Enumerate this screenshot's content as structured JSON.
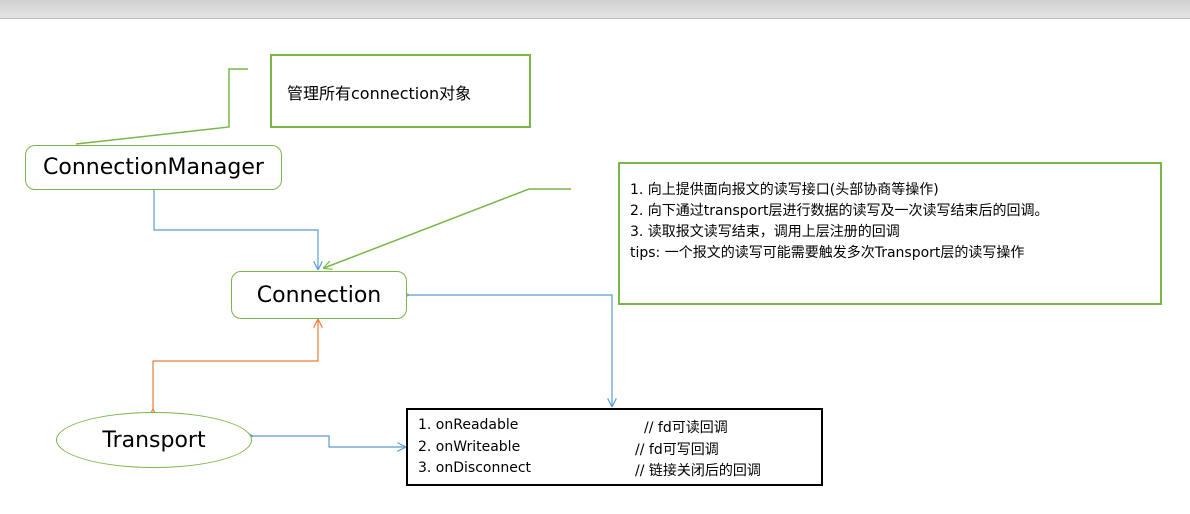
{
  "nodes": {
    "connection_manager": "ConnectionManager",
    "connection": "Connection",
    "transport": "Transport"
  },
  "notes": {
    "manager_note": "管理所有connection对象",
    "connection_note": [
      "1. 向上提供面向报文的读写接口(头部协商等操作)",
      "2. 向下通过transport层进行数据的读写及一次读写结束后的回调。",
      "3. 读取报文读写结束，调用上层注册的回调",
      "tips: 一个报文的读写可能需要触发多次Transport层的读写操作"
    ]
  },
  "callbacks": [
    {
      "item": "1. onReadable",
      "comment": "// fd可读回调"
    },
    {
      "item": "2. onWriteable",
      "comment": "// fd可写回调"
    },
    {
      "item": "3. onDisconnect",
      "comment": "// 链接关闭后的回调"
    }
  ],
  "colors": {
    "node_border": "#7ab648",
    "note_border": "#7ab648",
    "blue_connector": "#5b9bd5",
    "orange_connector": "#ed7d31",
    "callout_line": "#7ab648"
  }
}
